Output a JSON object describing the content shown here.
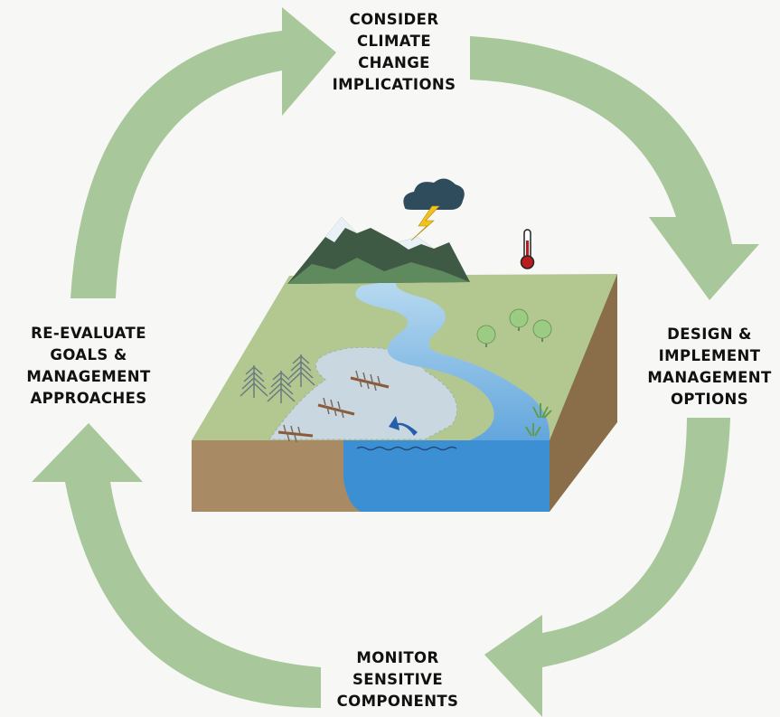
{
  "steps": {
    "top": {
      "lines": [
        "CONSIDER",
        "CLIMATE",
        "CHANGE",
        "IMPLICATIONS"
      ]
    },
    "right": {
      "lines": [
        "DESIGN &",
        "IMPLEMENT",
        "MANAGEMENT",
        "OPTIONS"
      ]
    },
    "bottom": {
      "lines": [
        "MONITOR",
        "SENSITIVE",
        "COMPONENTS"
      ]
    },
    "left": {
      "lines": [
        "RE-EVALUATE",
        "GOALS &",
        "MANAGEMENT",
        "APPROACHES"
      ]
    }
  },
  "colors": {
    "background": "#f7f7f5",
    "arrow": "#a8c79a",
    "land_top": "#b3c891",
    "land_side": "#a88a64",
    "water": "#3d8fd4",
    "water_light": "#a9cfe9",
    "floodplain": "#c8d7e0",
    "mountain": "#3e5a45",
    "cloud": "#2f4c5c",
    "lightning": "#f3c21b",
    "thermometer": "#b91c1c"
  },
  "icons": [
    "cycle-arrow-icon",
    "mountain-icon",
    "storm-cloud-icon",
    "lightning-icon",
    "thermometer-icon",
    "conifer-tree-icon",
    "deciduous-tree-icon",
    "fallen-log-icon",
    "grass-tuft-icon",
    "flow-arrow-icon"
  ]
}
